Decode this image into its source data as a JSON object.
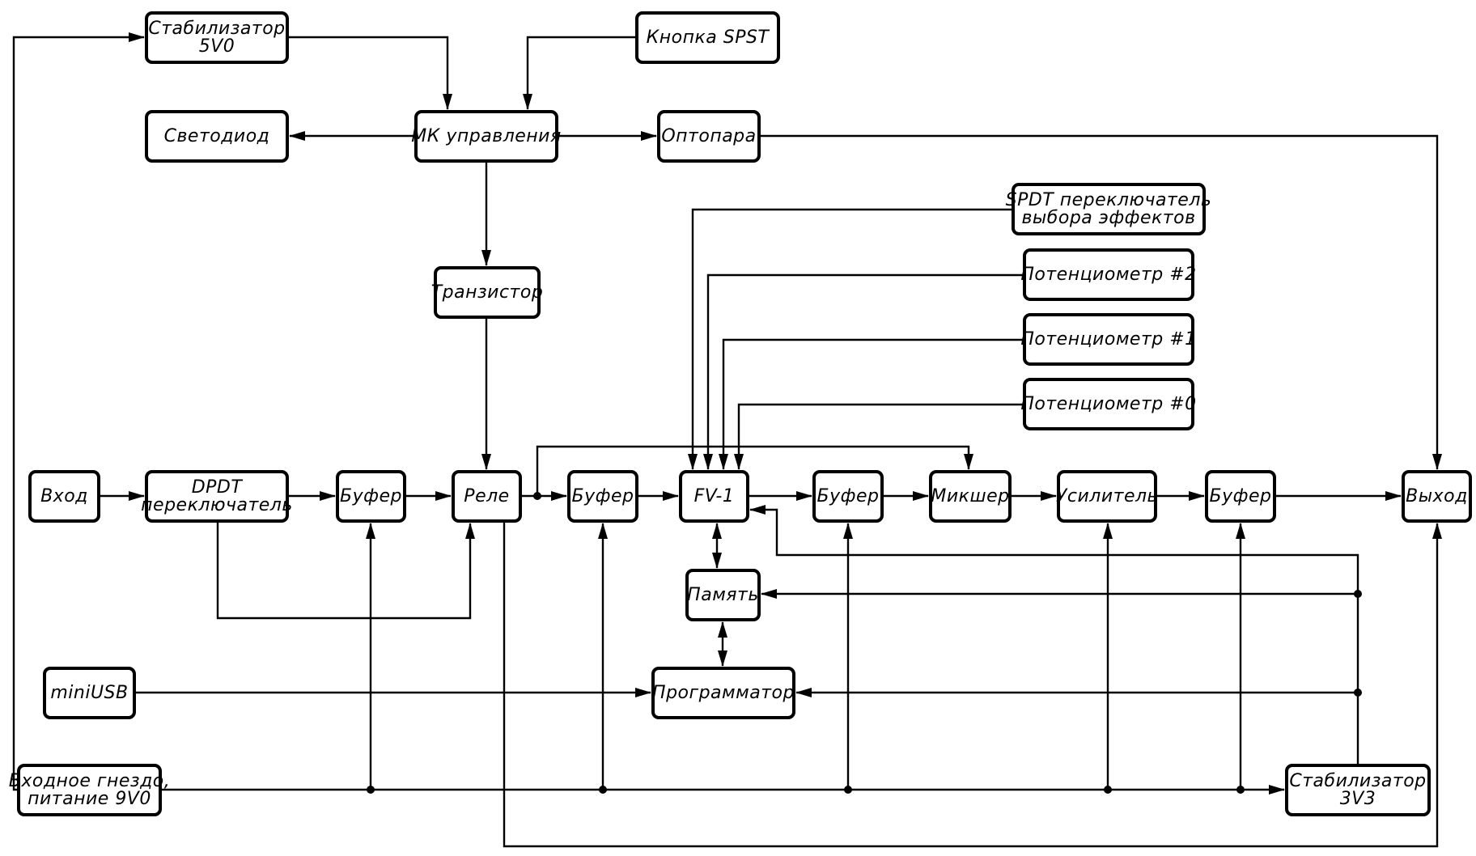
{
  "blocks": {
    "stab5v": [
      "Стабилизатор",
      "5V0"
    ],
    "button": [
      "Кнопка SPST"
    ],
    "led": [
      "Светодиод"
    ],
    "mcu": [
      "МК управления"
    ],
    "opto": [
      "Оптопара"
    ],
    "spdt": [
      "SPDT переключатель",
      "выбора эффектов"
    ],
    "pot2": [
      "Потенциометр #2"
    ],
    "pot1": [
      "Потенциометр #1"
    ],
    "pot0": [
      "Потенциометр #0"
    ],
    "transistor": [
      "Транзистор"
    ],
    "input": [
      "Вход"
    ],
    "dpdt": [
      "DPDT",
      "переключатель"
    ],
    "buf1": [
      "Буфер"
    ],
    "relay": [
      "Реле"
    ],
    "buf2": [
      "Буфер"
    ],
    "fv1": [
      "FV-1"
    ],
    "buf3": [
      "Буфер"
    ],
    "mixer": [
      "Микшер"
    ],
    "amp": [
      "Усилитель"
    ],
    "buf4": [
      "Буфер"
    ],
    "output": [
      "Выход"
    ],
    "memory": [
      "Память"
    ],
    "programmer": [
      "Программатор"
    ],
    "miniusb": [
      "miniUSB"
    ],
    "jack": [
      "Входное гнездо,",
      "питание 9V0"
    ],
    "stab3v3": [
      "Стабилизатор",
      "3V3"
    ]
  }
}
